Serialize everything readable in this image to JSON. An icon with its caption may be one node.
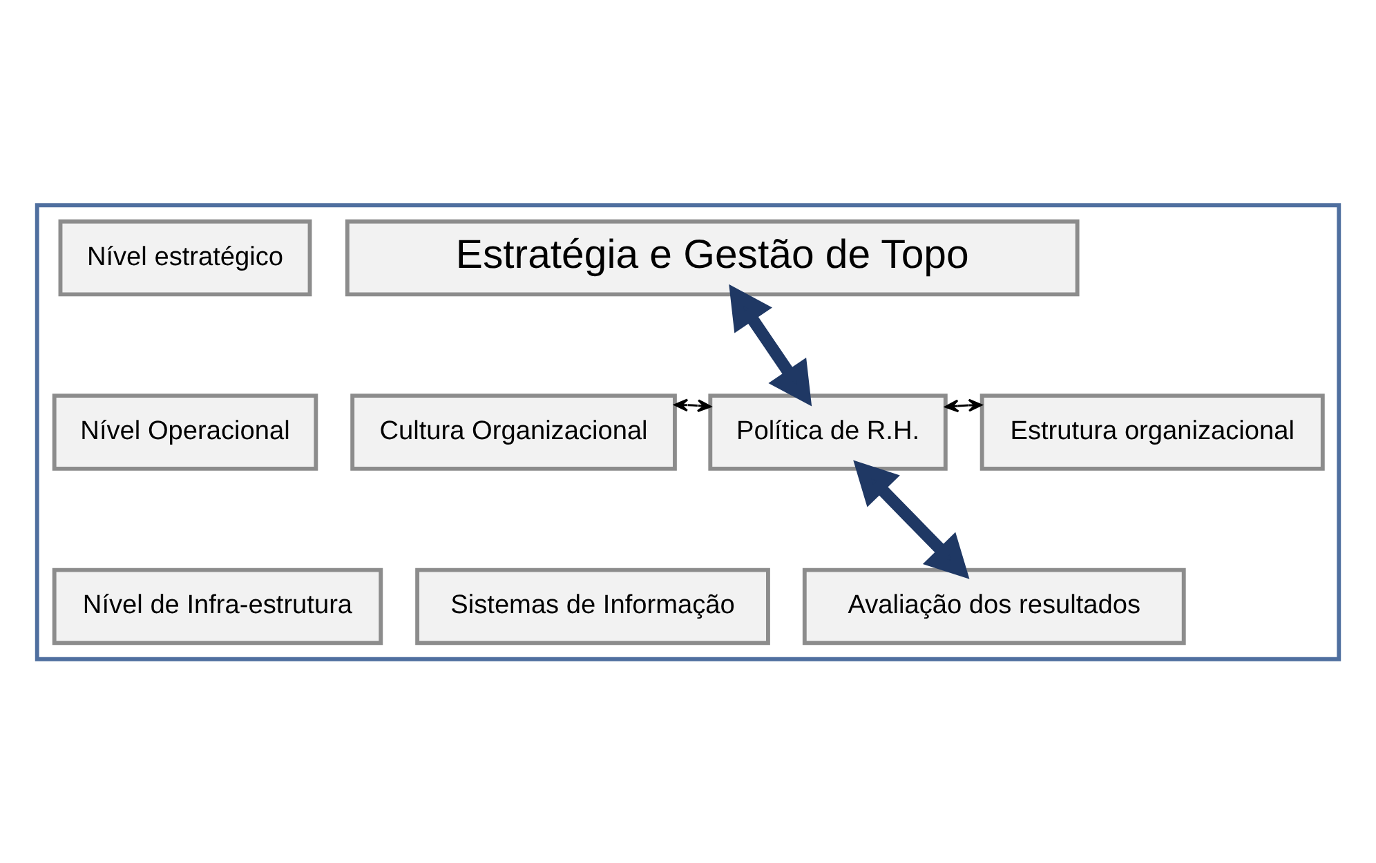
{
  "diagram": {
    "nodes": [
      {
        "text": [],
        "shape": "box"
      },
      {
        "text": [
          "Nível estratégico"
        ],
        "in": 0
      },
      {
        "text": [
          "Estratégia e Gestão de Topo"
        ],
        "in": 0
      },
      {
        "text": [
          "Nível Operacional"
        ],
        "in": 0
      },
      {
        "text": [
          "Cultura Organizacional"
        ],
        "in": 0
      },
      {
        "text": [
          "Política de R.H."
        ],
        "in": 0
      },
      {
        "text": [
          "Estrutura organizacional"
        ],
        "in": 0
      },
      {
        "text": [
          "Nível de Infra-estrutura"
        ],
        "in": 0
      },
      {
        "text": [
          "Sistemas de Informação"
        ],
        "in": 0
      },
      {
        "text": [
          "Avaliação dos resultados"
        ],
        "in": 0
      }
    ],
    "edges": [
      {
        "from": 2,
        "to": 5,
        "arrow": "both",
        "style": "thick",
        "color": "#1f3864"
      },
      {
        "from": 4,
        "to": 5,
        "arrow": "both",
        "color": "#000000"
      },
      {
        "from": 5,
        "to": 6,
        "arrow": "both",
        "color": "#000000"
      },
      {
        "from": 5,
        "to": 9,
        "arrow": "both",
        "style": "thick",
        "color": "#1f3864"
      }
    ]
  }
}
